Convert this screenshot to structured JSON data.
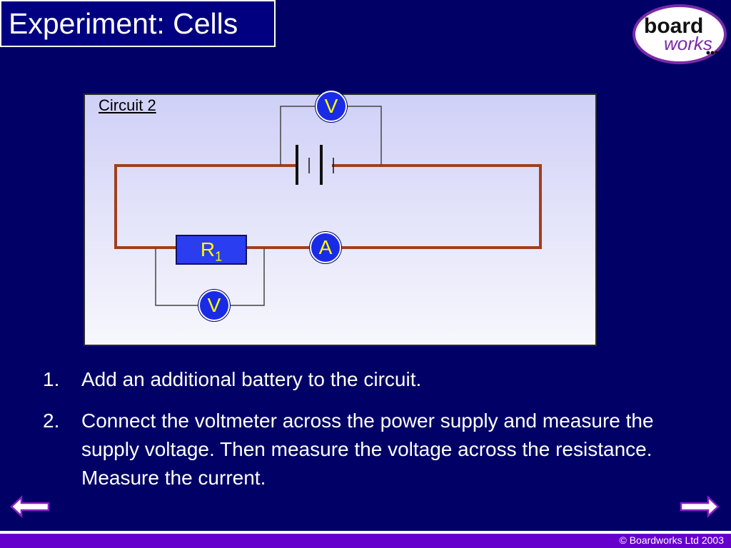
{
  "slide": {
    "title": "Experiment: Cells",
    "footer": "© Boardworks Ltd 2003"
  },
  "logo": {
    "line1": "board",
    "line2": "works"
  },
  "diagram": {
    "label": "Circuit 2",
    "voltmeter_supply": "V",
    "voltmeter_resistor": "V",
    "ammeter": "A",
    "resistor_letter": "R",
    "resistor_subscript": "1",
    "wire_color": "#a0401c",
    "meter_color": "#1a2be8",
    "meter_text_color": "#ffff00"
  },
  "instructions": [
    {
      "num": "1.",
      "text": "Add an additional battery to the circuit."
    },
    {
      "num": "2.",
      "text": "Connect the voltmeter across the power supply and measure the supply voltage. Then measure the voltage across the resistance. Measure the current."
    }
  ],
  "navigation": {
    "prev": "left-arrow-icon",
    "next": "right-arrow-icon"
  }
}
